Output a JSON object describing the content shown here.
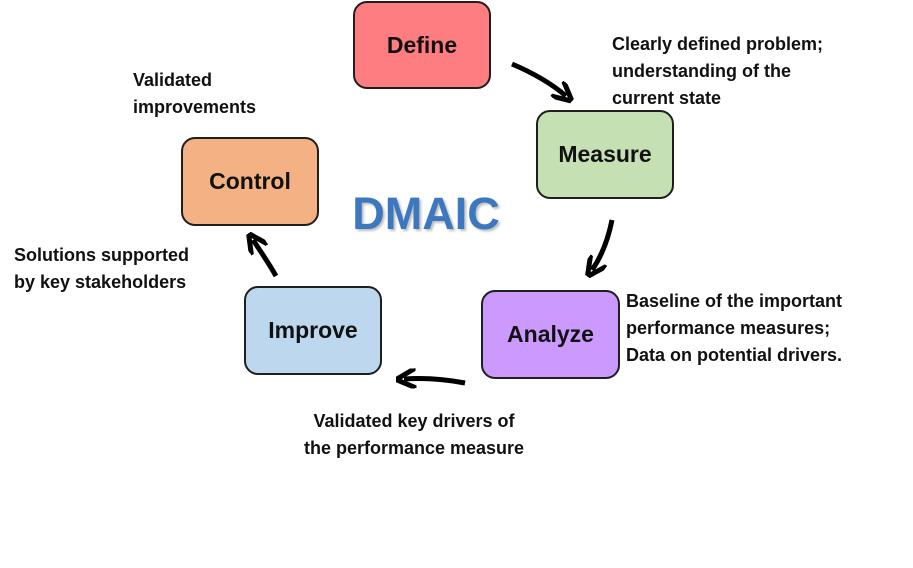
{
  "diagram": {
    "title": "DMAIC",
    "title_color": "#3c78c0",
    "phases": [
      {
        "id": "define",
        "label": "Define",
        "color": "#fe7d80"
      },
      {
        "id": "measure",
        "label": "Measure",
        "color": "#c5e0b3"
      },
      {
        "id": "analyze",
        "label": "Analyze",
        "color": "#cc99ff"
      },
      {
        "id": "improve",
        "label": "Improve",
        "color": "#bdd7ee"
      },
      {
        "id": "control",
        "label": "Control",
        "color": "#f4b183"
      }
    ],
    "notes": {
      "define": [
        "Clearly defined problem;",
        "understanding of the",
        "current state"
      ],
      "measure": [
        "Baseline of the important",
        "performance measures;",
        "Data on potential drivers."
      ],
      "analyze": [
        "Validated key drivers of",
        "the performance measure"
      ],
      "improve": [
        "Solutions supported",
        "by key stakeholders"
      ],
      "control": [
        "Validated",
        "improvements"
      ]
    },
    "arrow_color": "#000000"
  }
}
